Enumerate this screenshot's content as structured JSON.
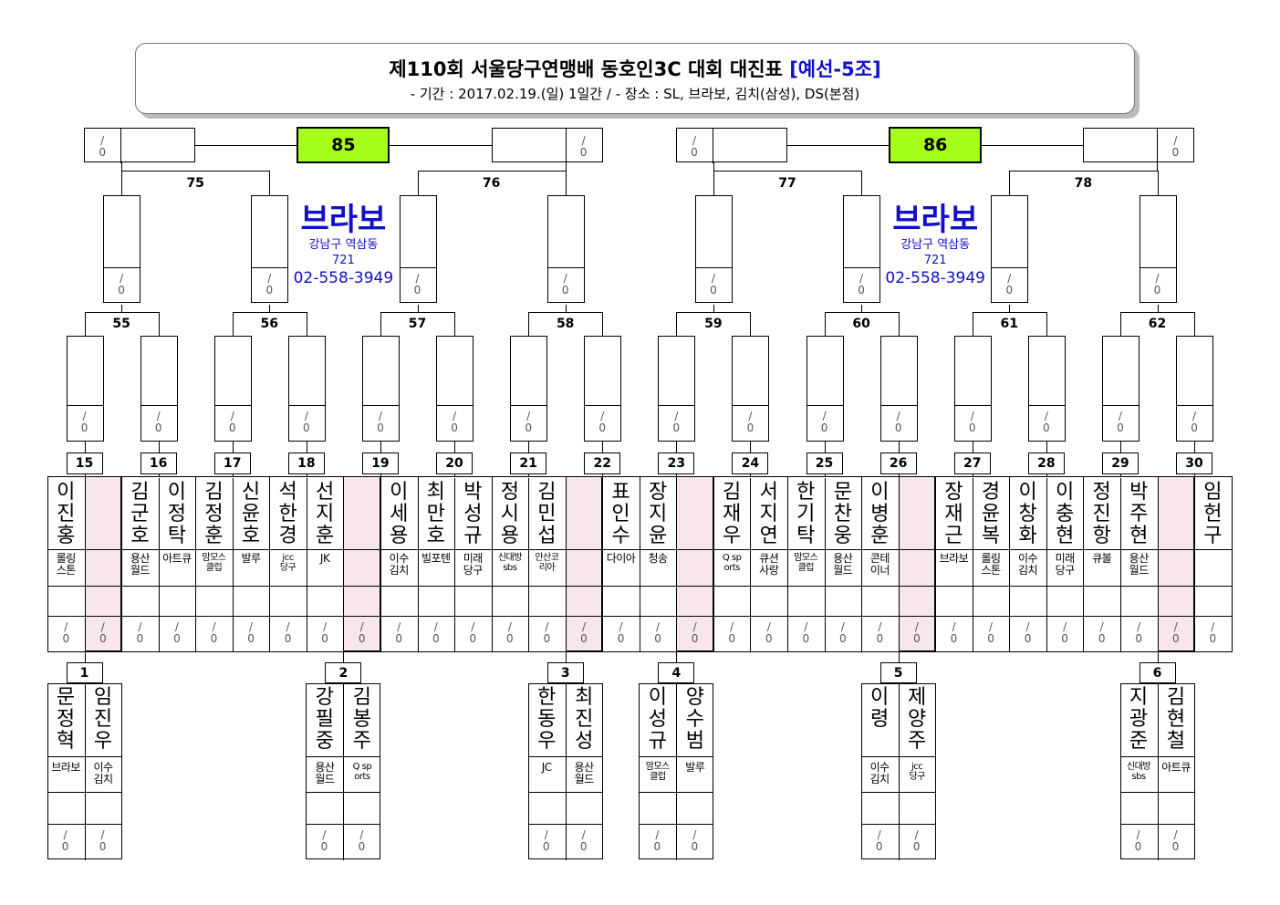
{
  "title": {
    "main": "제110회 서울당구연맹배 동호인3C 대회 대진표",
    "highlight": "[예선-5조]",
    "sub": "- 기간 : 2017.02.19.(일) 1일간 / - 장소 : SL, 브라보, 김치(삼성), DS(본점)"
  },
  "score_placeholder": "/ 0",
  "score_slash": "/",
  "score_zero": "0",
  "venue": {
    "name": "브라보",
    "address1": "강남구 역삼동",
    "address2": "721",
    "phone": "02-558-3949"
  },
  "finals": [
    "85",
    "86"
  ],
  "round3": [
    "75",
    "76",
    "77",
    "78"
  ],
  "round2": [
    "55",
    "56",
    "57",
    "58",
    "59",
    "60",
    "61",
    "62"
  ],
  "slot_numbers": [
    "15",
    "16",
    "17",
    "18",
    "19",
    "20",
    "21",
    "22",
    "23",
    "24",
    "25",
    "26",
    "27",
    "28",
    "29",
    "30"
  ],
  "players": [
    {
      "name": "이진홍",
      "club": "롤링스톤"
    },
    {
      "name": "",
      "club": ""
    },
    {
      "name": "김군호",
      "club": "용산월드"
    },
    {
      "name": "이정탁",
      "club": "아트큐"
    },
    {
      "name": "김정훈",
      "club": "맘모스클럽"
    },
    {
      "name": "신윤호",
      "club": "발루"
    },
    {
      "name": "석한경",
      "club": "jcc당구"
    },
    {
      "name": "선지훈",
      "club": "JK"
    },
    {
      "name": "",
      "club": ""
    },
    {
      "name": "이세용",
      "club": "이수김치"
    },
    {
      "name": "최만호",
      "club": "빌포텐"
    },
    {
      "name": "박성규",
      "club": "미래당구"
    },
    {
      "name": "정시용",
      "club": "신대방sbs"
    },
    {
      "name": "김민섭",
      "club": "안산코리아"
    },
    {
      "name": "",
      "club": ""
    },
    {
      "name": "표인수",
      "club": "다이아"
    },
    {
      "name": "장지윤",
      "club": "청송"
    },
    {
      "name": "",
      "club": ""
    },
    {
      "name": "김재우",
      "club": "Q sports"
    },
    {
      "name": "서지연",
      "club": "큐션사랑"
    },
    {
      "name": "한기탁",
      "club": "맘모스클럽"
    },
    {
      "name": "문찬웅",
      "club": "용산월드"
    },
    {
      "name": "이병훈",
      "club": "콘테이너"
    },
    {
      "name": "",
      "club": ""
    },
    {
      "name": "장재근",
      "club": "브라보"
    },
    {
      "name": "경윤복",
      "club": "롤링스톤"
    },
    {
      "name": "이창화",
      "club": "이수김치"
    },
    {
      "name": "이충현",
      "club": "미래당구"
    },
    {
      "name": "정진항",
      "club": "큐볼"
    },
    {
      "name": "박주현",
      "club": "용산월드"
    },
    {
      "name": "",
      "club": ""
    },
    {
      "name": "임헌구",
      "club": ""
    }
  ],
  "prelim": [
    {
      "number": "1",
      "players": [
        {
          "name": "문정혁",
          "club": "브라보"
        },
        {
          "name": "임진우",
          "club": "이수김치"
        }
      ]
    },
    {
      "number": "2",
      "players": [
        {
          "name": "강필중",
          "club": "용산월드"
        },
        {
          "name": "김봉주",
          "club": "Q sports"
        }
      ]
    },
    {
      "number": "3",
      "players": [
        {
          "name": "한동우",
          "club": "JC"
        },
        {
          "name": "최진성",
          "club": "용산월드"
        }
      ]
    },
    {
      "number": "4",
      "players": [
        {
          "name": "이성규",
          "club": "맘모스클럽"
        },
        {
          "name": "양수범",
          "club": "발루"
        }
      ]
    },
    {
      "number": "5",
      "players": [
        {
          "name": "이령",
          "club": "이수김치"
        },
        {
          "name": "제양주",
          "club": "jcc당구"
        }
      ]
    },
    {
      "number": "6",
      "players": [
        {
          "name": "지광준",
          "club": "신대방sbs"
        },
        {
          "name": "김현철",
          "club": "아트큐"
        }
      ]
    }
  ]
}
